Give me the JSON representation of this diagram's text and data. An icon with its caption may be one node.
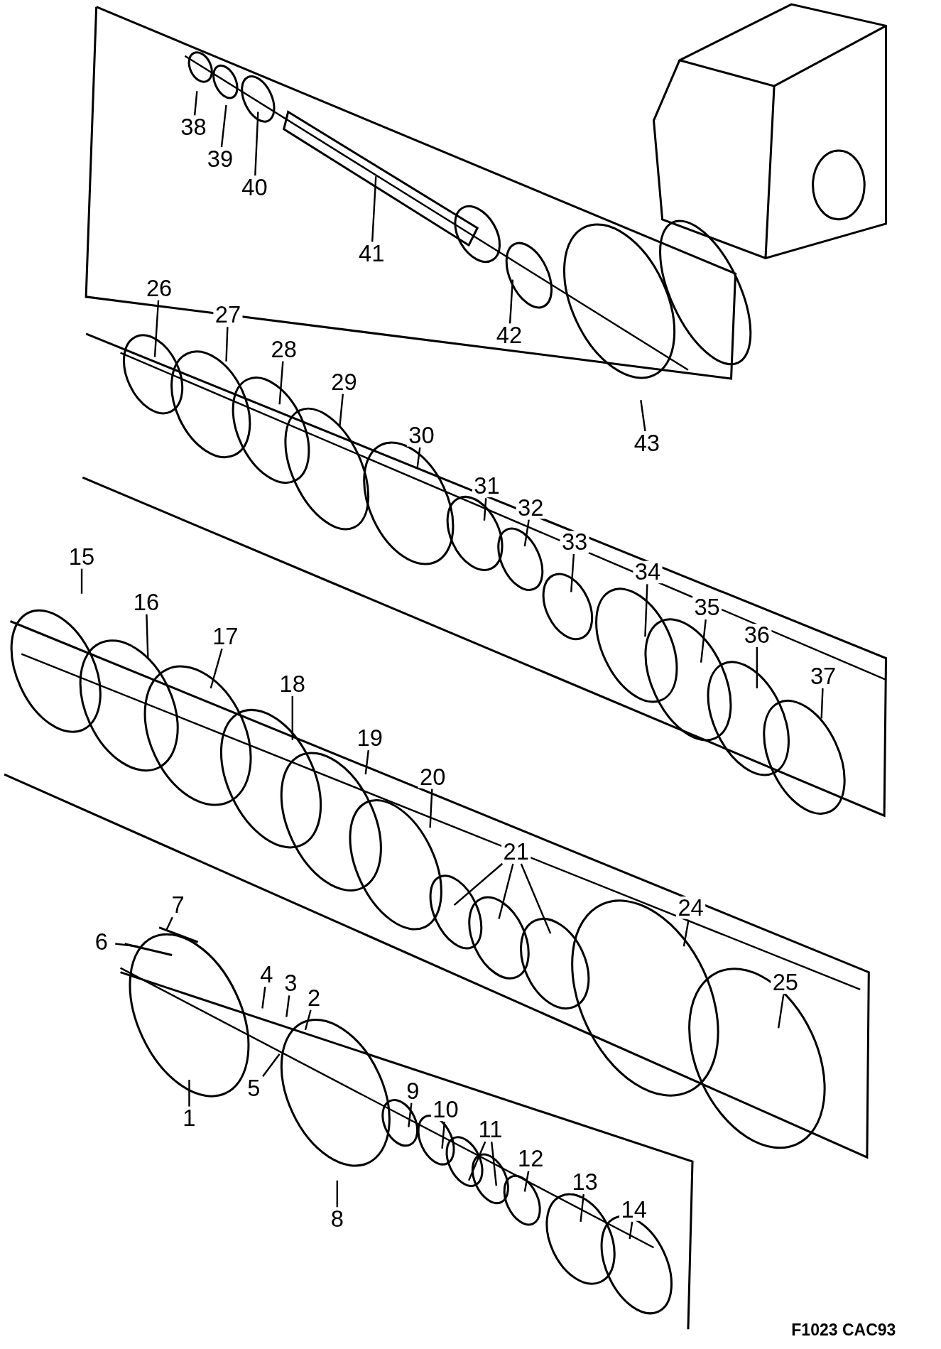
{
  "diagram": {
    "nodes": [
      {
        "text": [
          "38"
        ]
      },
      {
        "text": [
          "39"
        ]
      },
      {
        "text": [
          "40"
        ]
      },
      {
        "text": [
          "41"
        ]
      },
      {
        "text": [
          "42"
        ]
      },
      {
        "text": [
          "43"
        ]
      },
      {
        "text": [
          "26"
        ]
      },
      {
        "text": [
          "27"
        ]
      },
      {
        "text": [
          "28"
        ]
      },
      {
        "text": [
          "29"
        ]
      },
      {
        "text": [
          "30"
        ]
      },
      {
        "text": [
          "31"
        ]
      },
      {
        "text": [
          "32"
        ]
      },
      {
        "text": [
          "33"
        ]
      },
      {
        "text": [
          "34"
        ]
      },
      {
        "text": [
          "35"
        ]
      },
      {
        "text": [
          "36"
        ]
      },
      {
        "text": [
          "37"
        ]
      },
      {
        "text": [
          "15"
        ]
      },
      {
        "text": [
          "16"
        ]
      },
      {
        "text": [
          "17"
        ]
      },
      {
        "text": [
          "18"
        ]
      },
      {
        "text": [
          "19"
        ]
      },
      {
        "text": [
          "20"
        ]
      },
      {
        "text": [
          "21"
        ]
      },
      {
        "text": [
          "24"
        ]
      },
      {
        "text": [
          "25"
        ]
      },
      {
        "text": [
          "7"
        ]
      },
      {
        "text": [
          "6"
        ]
      },
      {
        "text": [
          "4"
        ]
      },
      {
        "text": [
          "3"
        ]
      },
      {
        "text": [
          "2"
        ]
      },
      {
        "text": [
          "5"
        ]
      },
      {
        "text": [
          "1"
        ]
      },
      {
        "text": [
          "9"
        ]
      },
      {
        "text": [
          "10"
        ]
      },
      {
        "text": [
          "11"
        ]
      },
      {
        "text": [
          "12"
        ]
      },
      {
        "text": [
          "13"
        ]
      },
      {
        "text": [
          "14"
        ]
      },
      {
        "text": [
          "8"
        ]
      }
    ],
    "edges": [
      {
        "from": 0,
        "to": null,
        "arrow": "none"
      },
      {
        "from": 1,
        "to": null,
        "arrow": "none"
      },
      {
        "from": 2,
        "to": null,
        "arrow": "none"
      },
      {
        "from": 3,
        "to": null,
        "arrow": "none"
      },
      {
        "from": 4,
        "to": null,
        "arrow": "none"
      },
      {
        "from": 5,
        "to": null,
        "arrow": "none"
      },
      {
        "from": 6,
        "to": null,
        "arrow": "none"
      },
      {
        "from": 7,
        "to": null,
        "arrow": "none"
      },
      {
        "from": 8,
        "to": null,
        "arrow": "none"
      },
      {
        "from": 9,
        "to": null,
        "arrow": "none"
      },
      {
        "from": 10,
        "to": null,
        "arrow": "none"
      },
      {
        "from": 11,
        "to": null,
        "arrow": "none"
      },
      {
        "from": 12,
        "to": null,
        "arrow": "none"
      },
      {
        "from": 13,
        "to": null,
        "arrow": "none"
      },
      {
        "from": 14,
        "to": null,
        "arrow": "none"
      },
      {
        "from": 15,
        "to": null,
        "arrow": "none"
      },
      {
        "from": 16,
        "to": null,
        "arrow": "none"
      },
      {
        "from": 17,
        "to": null,
        "arrow": "none"
      },
      {
        "from": 18,
        "to": null,
        "arrow": "none"
      },
      {
        "from": 19,
        "to": null,
        "arrow": "none"
      },
      {
        "from": 20,
        "to": null,
        "arrow": "none"
      },
      {
        "from": 21,
        "to": null,
        "arrow": "none"
      },
      {
        "from": 22,
        "to": null,
        "arrow": "none"
      },
      {
        "from": 23,
        "to": null,
        "arrow": "none"
      },
      {
        "from": 24,
        "to": null,
        "arrow": "none"
      },
      {
        "from": 24,
        "to": null,
        "arrow": "none"
      },
      {
        "from": 24,
        "to": null,
        "arrow": "none"
      },
      {
        "from": 25,
        "to": null,
        "arrow": "none"
      },
      {
        "from": 26,
        "to": null,
        "arrow": "none"
      },
      {
        "from": 27,
        "to": null,
        "arrow": "none"
      },
      {
        "from": 28,
        "to": null,
        "arrow": "none"
      },
      {
        "from": 29,
        "to": null,
        "arrow": "none"
      },
      {
        "from": 30,
        "to": null,
        "arrow": "none"
      },
      {
        "from": 31,
        "to": null,
        "arrow": "none"
      },
      {
        "from": 32,
        "to": null,
        "arrow": "none"
      },
      {
        "from": 33,
        "to": null,
        "arrow": "none"
      },
      {
        "from": 34,
        "to": null,
        "arrow": "none"
      },
      {
        "from": 35,
        "to": null,
        "arrow": "none"
      },
      {
        "from": 36,
        "to": null,
        "arrow": "none"
      },
      {
        "from": 36,
        "to": null,
        "arrow": "none"
      },
      {
        "from": 37,
        "to": null,
        "arrow": "none"
      },
      {
        "from": 38,
        "to": null,
        "arrow": "none"
      },
      {
        "from": 39,
        "to": null,
        "arrow": "none"
      },
      {
        "from": 40,
        "to": null,
        "arrow": "none"
      }
    ],
    "labels": [
      "F1023 CAC93"
    ]
  }
}
